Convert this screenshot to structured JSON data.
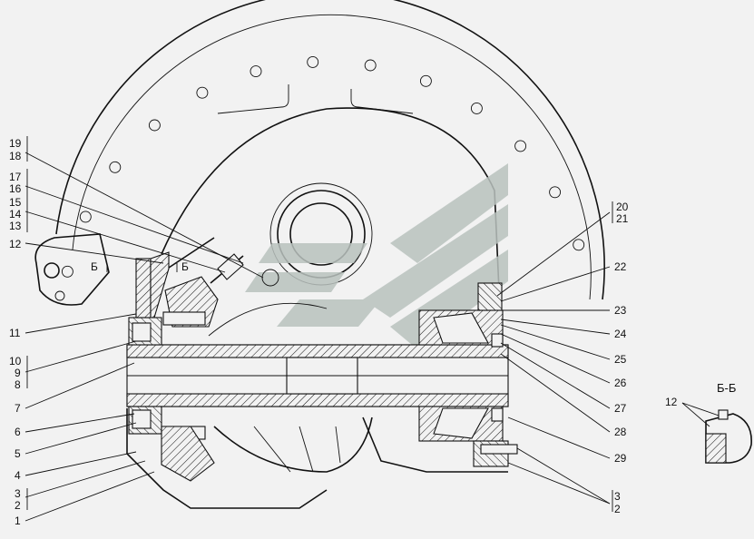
{
  "section_title": "Б-Б",
  "cut_marks": {
    "left": "Б",
    "right": "Б"
  },
  "callouts_left": [
    {
      "id": "lbl-19",
      "text": "19"
    },
    {
      "id": "lbl-18",
      "text": "18"
    },
    {
      "id": "lbl-17",
      "text": "17"
    },
    {
      "id": "lbl-16",
      "text": "16"
    },
    {
      "id": "lbl-15",
      "text": "15"
    },
    {
      "id": "lbl-14",
      "text": "14"
    },
    {
      "id": "lbl-13",
      "text": "13"
    },
    {
      "id": "lbl-12",
      "text": "12"
    },
    {
      "id": "lbl-11",
      "text": "11"
    },
    {
      "id": "lbl-10",
      "text": "10"
    },
    {
      "id": "lbl-9",
      "text": "9"
    },
    {
      "id": "lbl-8",
      "text": "8"
    },
    {
      "id": "lbl-7",
      "text": "7"
    },
    {
      "id": "lbl-6",
      "text": "6"
    },
    {
      "id": "lbl-5",
      "text": "5"
    },
    {
      "id": "lbl-4",
      "text": "4"
    },
    {
      "id": "lbl-3",
      "text": "3"
    },
    {
      "id": "lbl-2",
      "text": "2"
    },
    {
      "id": "lbl-1",
      "text": "1"
    }
  ],
  "callouts_right": [
    {
      "id": "lbl-20",
      "text": "20"
    },
    {
      "id": "lbl-21",
      "text": "21"
    },
    {
      "id": "lbl-22",
      "text": "22"
    },
    {
      "id": "lbl-23",
      "text": "23"
    },
    {
      "id": "lbl-24",
      "text": "24"
    },
    {
      "id": "lbl-25",
      "text": "25"
    },
    {
      "id": "lbl-26",
      "text": "26"
    },
    {
      "id": "lbl-27",
      "text": "27"
    },
    {
      "id": "lbl-28",
      "text": "28"
    },
    {
      "id": "lbl-29",
      "text": "29"
    },
    {
      "id": "lbl-3r",
      "text": "3"
    },
    {
      "id": "lbl-2r",
      "text": "2"
    }
  ],
  "section_callout": "12",
  "colors": {
    "line": "#111111",
    "background": "#f2f2f2",
    "watermark": "#b9c2be"
  }
}
